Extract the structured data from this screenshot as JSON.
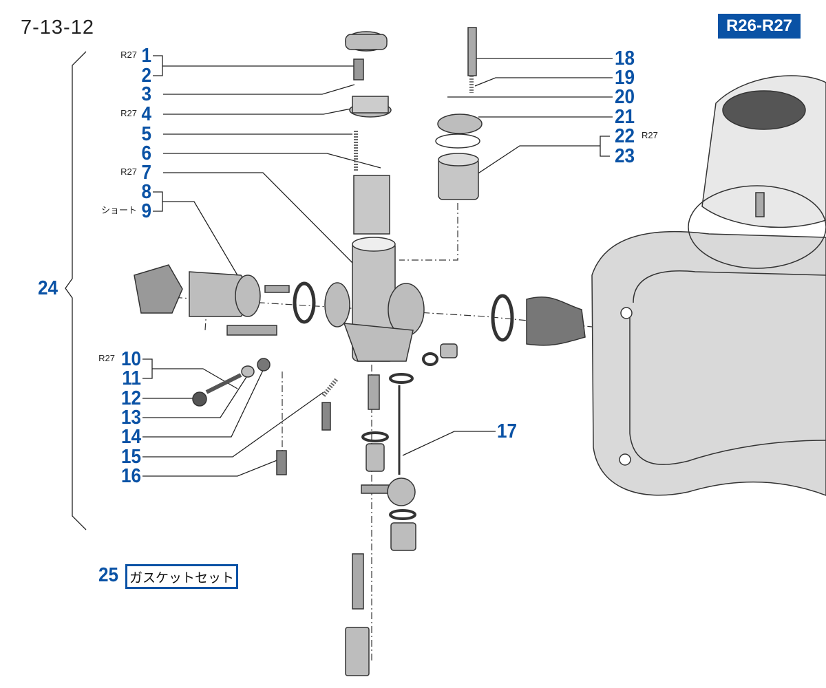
{
  "header": {
    "page_code": "7-13-12",
    "model_badge": "R26-R27"
  },
  "callouts": {
    "left": [
      {
        "num": "1",
        "note": "R27"
      },
      {
        "num": "2",
        "note": ""
      },
      {
        "num": "3",
        "note": ""
      },
      {
        "num": "4",
        "note": "R27"
      },
      {
        "num": "5",
        "note": ""
      },
      {
        "num": "6",
        "note": ""
      },
      {
        "num": "7",
        "note": "R27"
      },
      {
        "num": "8",
        "note": ""
      },
      {
        "num": "9",
        "note": "ショート"
      },
      {
        "num": "10",
        "note": "R27"
      },
      {
        "num": "11",
        "note": ""
      },
      {
        "num": "12",
        "note": ""
      },
      {
        "num": "13",
        "note": ""
      },
      {
        "num": "14",
        "note": ""
      },
      {
        "num": "15",
        "note": ""
      },
      {
        "num": "16",
        "note": ""
      }
    ],
    "right": [
      {
        "num": "18",
        "note": ""
      },
      {
        "num": "19",
        "note": ""
      },
      {
        "num": "20",
        "note": ""
      },
      {
        "num": "21",
        "note": ""
      },
      {
        "num": "22",
        "note": "R27"
      },
      {
        "num": "23",
        "note": ""
      }
    ],
    "item17": "17",
    "item24": "24",
    "item25": {
      "num": "25",
      "label": "ガスケットセット"
    }
  },
  "colors": {
    "accent": "#0a52a5",
    "part_fill": "#bdbdbd",
    "part_stroke": "#333333"
  }
}
